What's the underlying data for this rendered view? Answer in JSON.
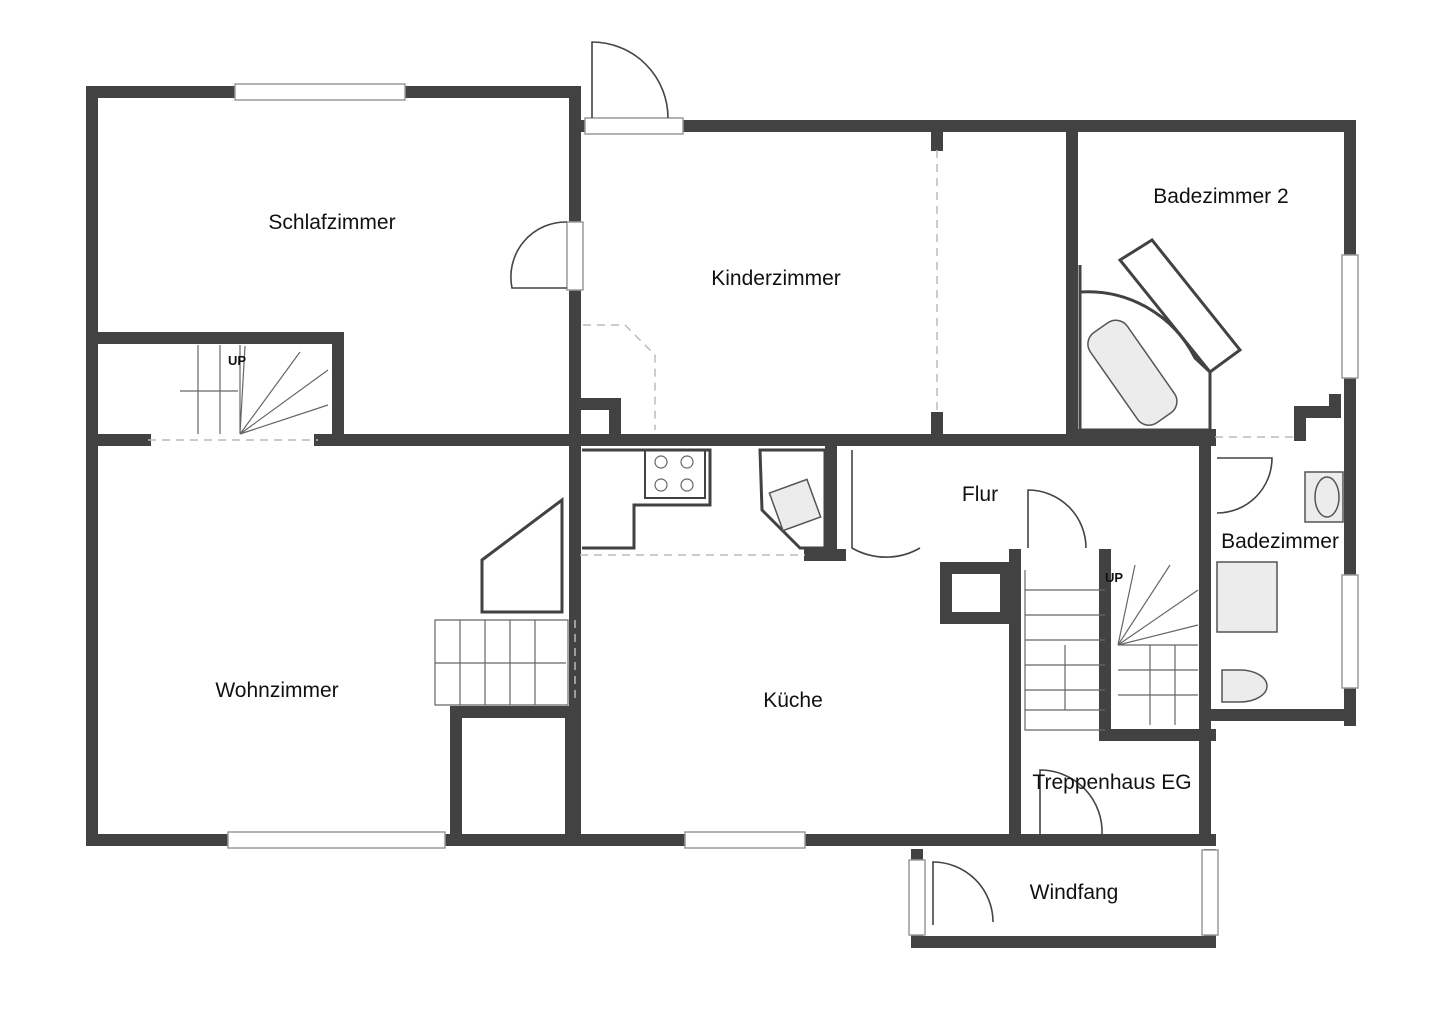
{
  "rooms": {
    "schlafzimmer": "Schlafzimmer",
    "kinderzimmer": "Kinderzimmer",
    "badezimmer2": "Badezimmer 2",
    "flur": "Flur",
    "badezimmer": "Badezimmer",
    "wohnzimmer": "Wohnzimmer",
    "kueche": "Küche",
    "treppenhaus": "Treppenhaus EG",
    "windfang": "Windfang"
  },
  "stairs": {
    "up_label_1": "UP",
    "up_label_2": "UP"
  },
  "colors": {
    "wall": "#424242"
  }
}
